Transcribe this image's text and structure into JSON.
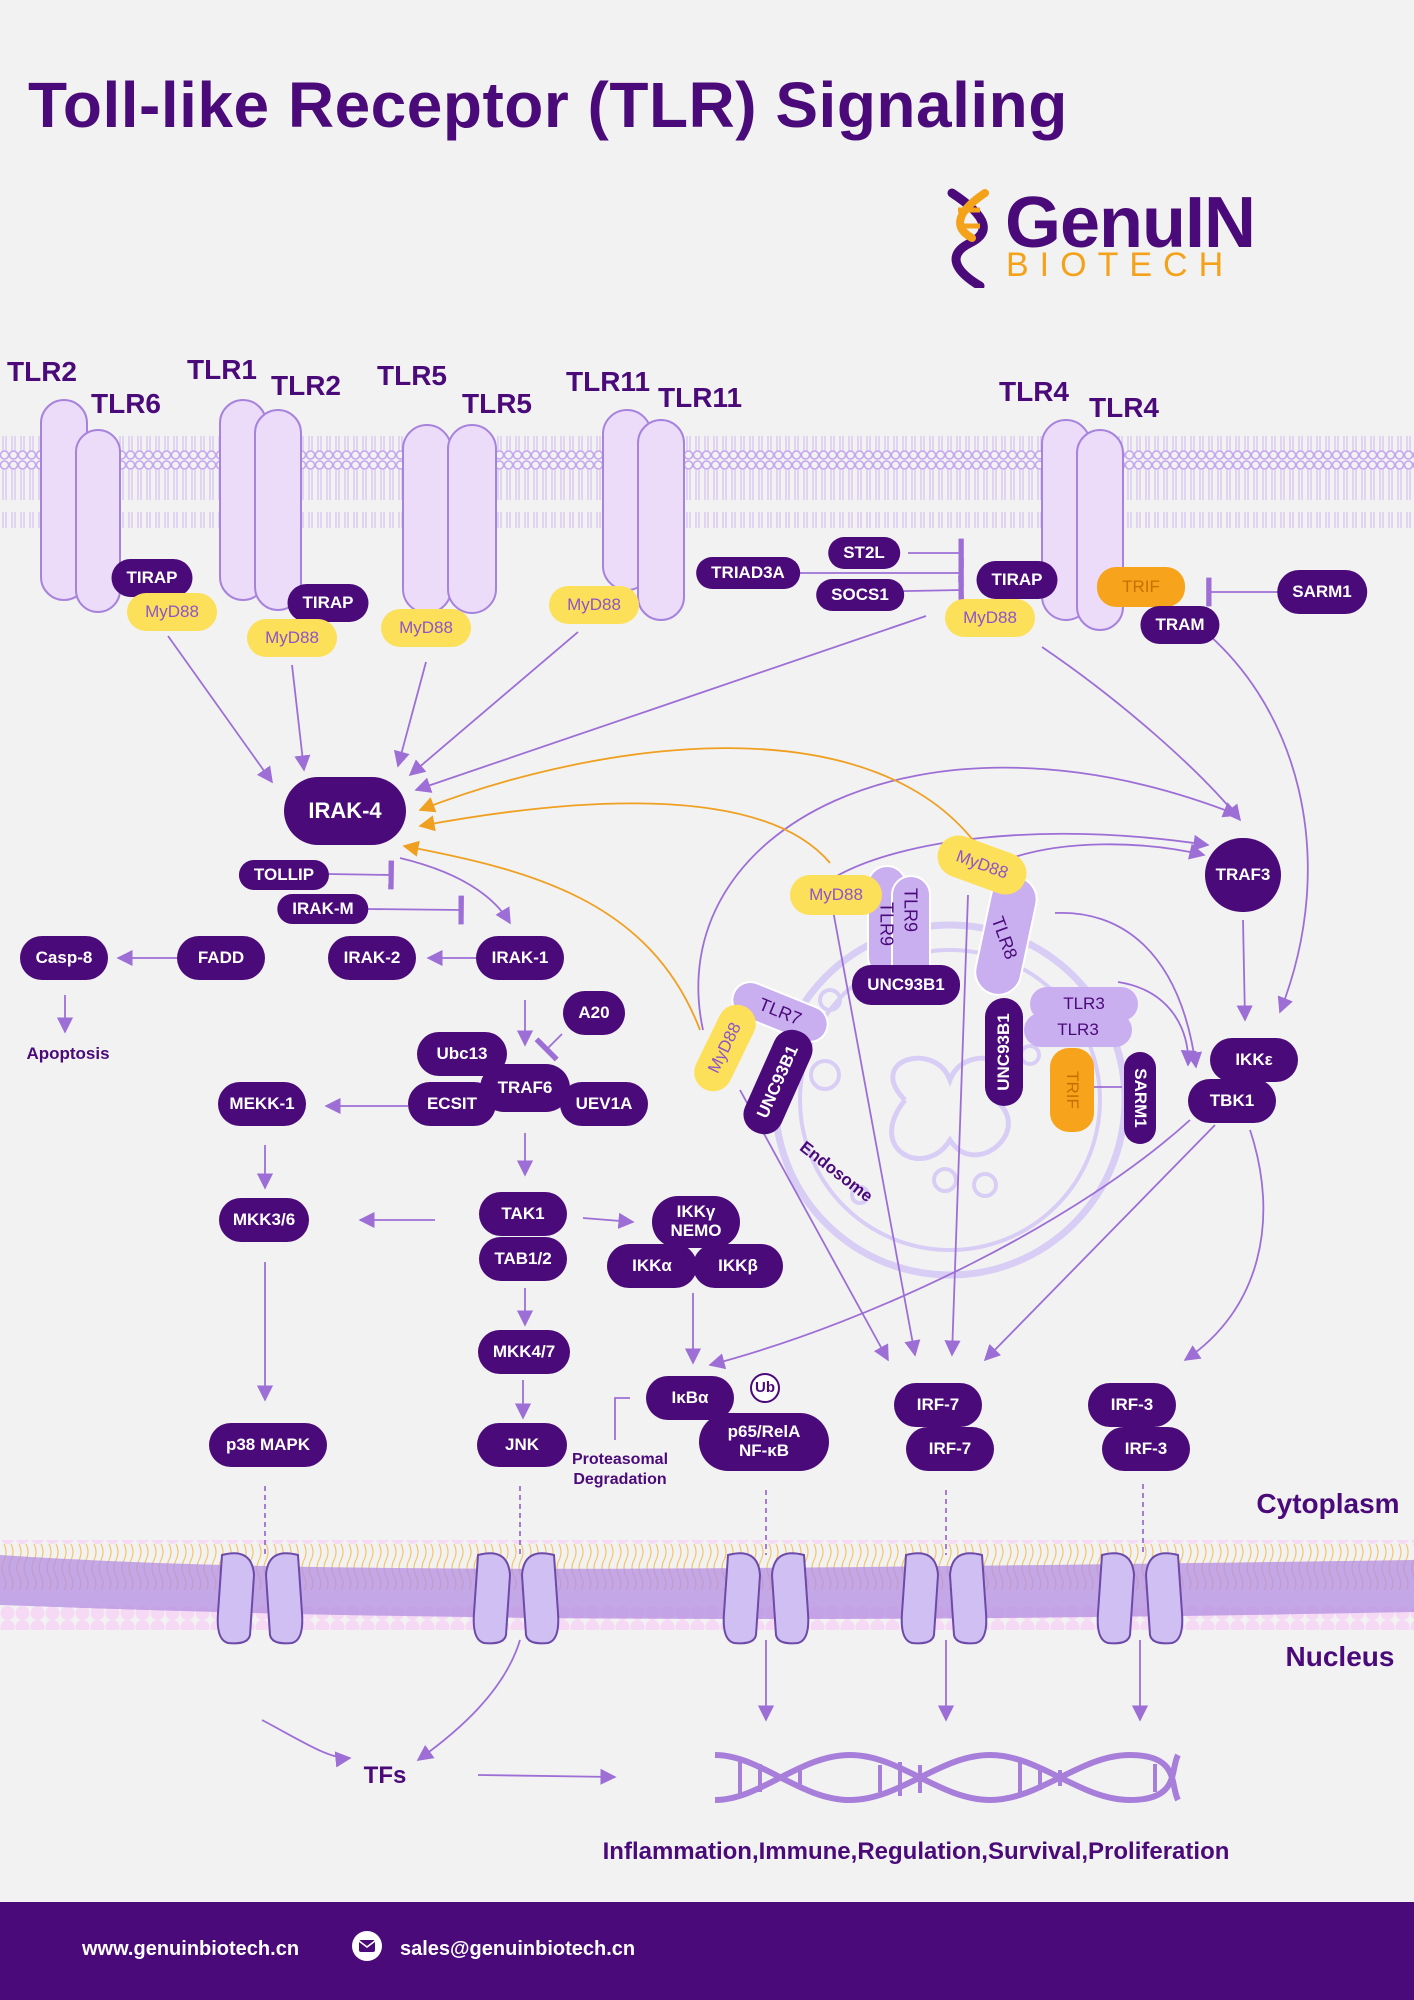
{
  "title": "Toll-like Receptor (TLR)  Signaling",
  "logo": {
    "word": "GenuIN",
    "sub": "BIOTECH",
    "icon": "dna-helix-icon"
  },
  "receptors": [
    {
      "id": "tlr2a",
      "label": "TLR2"
    },
    {
      "id": "tlr6",
      "label": "TLR6"
    },
    {
      "id": "tlr1",
      "label": "TLR1"
    },
    {
      "id": "tlr2b",
      "label": "TLR2"
    },
    {
      "id": "tlr5a",
      "label": "TLR5"
    },
    {
      "id": "tlr5b",
      "label": "TLR5"
    },
    {
      "id": "tlr11a",
      "label": "TLR11"
    },
    {
      "id": "tlr11b",
      "label": "TLR11"
    },
    {
      "id": "tlr4a",
      "label": "TLR4"
    },
    {
      "id": "tlr4b",
      "label": "TLR4"
    }
  ],
  "nodes": [
    {
      "id": "tirap-1",
      "label": "TIRAP",
      "style": "dark"
    },
    {
      "id": "myd88-1",
      "label": "MyD88",
      "style": "yel"
    },
    {
      "id": "tirap-2",
      "label": "TIRAP",
      "style": "dark"
    },
    {
      "id": "myd88-2",
      "label": "MyD88",
      "style": "yel"
    },
    {
      "id": "myd88-3",
      "label": "MyD88",
      "style": "yel"
    },
    {
      "id": "myd88-4",
      "label": "MyD88",
      "style": "yel"
    },
    {
      "id": "st2l",
      "label": "ST2L",
      "style": "dark"
    },
    {
      "id": "triad3a",
      "label": "TRIAD3A",
      "style": "dark"
    },
    {
      "id": "socs1",
      "label": "SOCS1",
      "style": "dark"
    },
    {
      "id": "tirap-3",
      "label": "TIRAP",
      "style": "dark"
    },
    {
      "id": "myd88-5",
      "label": "MyD88",
      "style": "yel"
    },
    {
      "id": "trif-1",
      "label": "TRIF",
      "style": "org"
    },
    {
      "id": "tram",
      "label": "TRAM",
      "style": "dark"
    },
    {
      "id": "sarm1-1",
      "label": "SARM1",
      "style": "dark"
    },
    {
      "id": "irak4",
      "label": "IRAK-4",
      "style": "dark"
    },
    {
      "id": "tollip",
      "label": "TOLLIP",
      "style": "dark"
    },
    {
      "id": "irakm",
      "label": "IRAK-M",
      "style": "dark"
    },
    {
      "id": "irak1",
      "label": "IRAK-1",
      "style": "dark"
    },
    {
      "id": "irak2",
      "label": "IRAK-2",
      "style": "dark"
    },
    {
      "id": "fadd",
      "label": "FADD",
      "style": "dark"
    },
    {
      "id": "casp8",
      "label": "Casp-8",
      "style": "dark"
    },
    {
      "id": "a20",
      "label": "A20",
      "style": "dark"
    },
    {
      "id": "ubc13",
      "label": "Ubc13",
      "style": "dark"
    },
    {
      "id": "ecsit",
      "label": "ECSIT",
      "style": "dark"
    },
    {
      "id": "traf6",
      "label": "TRAF6",
      "style": "dark"
    },
    {
      "id": "uev1a",
      "label": "UEV1A",
      "style": "dark"
    },
    {
      "id": "mekk1",
      "label": "MEKK-1",
      "style": "dark"
    },
    {
      "id": "mkk36",
      "label": "MKK3/6",
      "style": "dark"
    },
    {
      "id": "tak1",
      "label": "TAK1",
      "style": "dark"
    },
    {
      "id": "tab12",
      "label": "TAB1/2",
      "style": "dark"
    },
    {
      "id": "ikkg",
      "label": "IKKγ\nNEMO",
      "style": "dark"
    },
    {
      "id": "ikka",
      "label": "IKKα",
      "style": "dark"
    },
    {
      "id": "ikkb",
      "label": "IKKβ",
      "style": "dark"
    },
    {
      "id": "mkk47",
      "label": "MKK4/7",
      "style": "dark"
    },
    {
      "id": "jnk",
      "label": "JNK",
      "style": "dark"
    },
    {
      "id": "p38",
      "label": "p38 MAPK",
      "style": "dark"
    },
    {
      "id": "ikba",
      "label": "IκBα",
      "style": "dark"
    },
    {
      "id": "nfkb",
      "label": "p65/RelA\nNF-κB",
      "style": "dark"
    },
    {
      "id": "myd88-6",
      "label": "MyD88",
      "style": "yel"
    },
    {
      "id": "myd88-7",
      "label": "MyD88",
      "style": "yel"
    },
    {
      "id": "myd88-8",
      "label": "MyD88",
      "style": "yel"
    },
    {
      "id": "unc93b1-1",
      "label": "UNC93B1",
      "style": "dark"
    },
    {
      "id": "unc93b1-2",
      "label": "UNC93B1",
      "style": "dark"
    },
    {
      "id": "unc93b1-3",
      "label": "UNC93B1",
      "style": "dark"
    },
    {
      "id": "tlr3a",
      "label": "TLR3",
      "style": "lilac"
    },
    {
      "id": "tlr3b",
      "label": "TLR3",
      "style": "lilac"
    },
    {
      "id": "trif-2",
      "label": "TRIF",
      "style": "org"
    },
    {
      "id": "sarm1-2",
      "label": "SARM1",
      "style": "dark"
    },
    {
      "id": "traf3",
      "label": "TRAF3",
      "style": "dark"
    },
    {
      "id": "ikke",
      "label": "IKKε",
      "style": "dark"
    },
    {
      "id": "tbk1",
      "label": "TBK1",
      "style": "dark"
    },
    {
      "id": "irf7a",
      "label": "IRF-7",
      "style": "dark"
    },
    {
      "id": "irf7b",
      "label": "IRF-7",
      "style": "dark"
    },
    {
      "id": "irf3a",
      "label": "IRF-3",
      "style": "dark"
    },
    {
      "id": "irf3b",
      "label": "IRF-3",
      "style": "dark"
    }
  ],
  "endosomal_receptors": {
    "tlr9a": "TLR9",
    "tlr9b": "TLR9",
    "tlr8": "TLR8",
    "tlr7": "TLR7"
  },
  "labels": {
    "ub": "Ub",
    "apoptosis": "Apoptosis",
    "proteasomal": "Proteasomal\nDegradation",
    "endosome": "Endosome",
    "cytoplasm": "Cytoplasm",
    "nucleus": "Nucleus",
    "tfs": "TFs",
    "outcome": "Inflammation,Immune,Regulation,Survival,Proliferation"
  },
  "footer": {
    "website": "www.genuinbiotech.cn",
    "email": "sales@genuinbiotech.cn",
    "mail_icon": "envelope-icon"
  },
  "colors": {
    "dark": "#4b0a7a",
    "yellow": "#fde05a",
    "orange": "#f7a31b",
    "lilac": "#c9aef0",
    "arrow": "#9d6fd6",
    "arrow_orange": "#f0a020",
    "logo_orange": "#f5a21b"
  }
}
